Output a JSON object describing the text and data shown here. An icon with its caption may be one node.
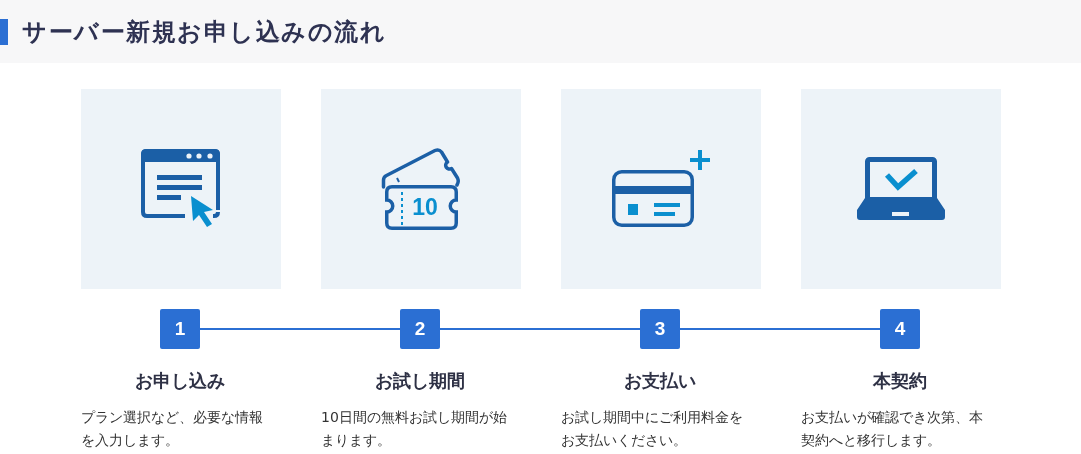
{
  "diagram": {
    "title": "サーバー新規お申し込みの流れ",
    "nodes": [
      {
        "text": [
          "1"
        ],
        "beside": [
          "お申し込み",
          "プラン選択など、必要な情報を入力します。"
        ]
      },
      {
        "text": [
          "2"
        ],
        "beside": [
          "お試し期間",
          "10日間の無料お試し期間が始まります。"
        ]
      },
      {
        "text": [
          "3"
        ],
        "beside": [
          "お支払い",
          "お試し期間中にご利用料金をお支払いください。"
        ]
      },
      {
        "text": [
          "4"
        ],
        "beside": [
          "本契約",
          "お支払いが確認でき次第、本契約へと移行します。"
        ]
      }
    ],
    "edges": [
      {
        "from": 0,
        "to": 1,
        "arrow": "none"
      },
      {
        "from": 1,
        "to": 2,
        "arrow": "none"
      },
      {
        "from": 2,
        "to": 3,
        "arrow": "none"
      }
    ],
    "labels": [
      "10"
    ]
  }
}
